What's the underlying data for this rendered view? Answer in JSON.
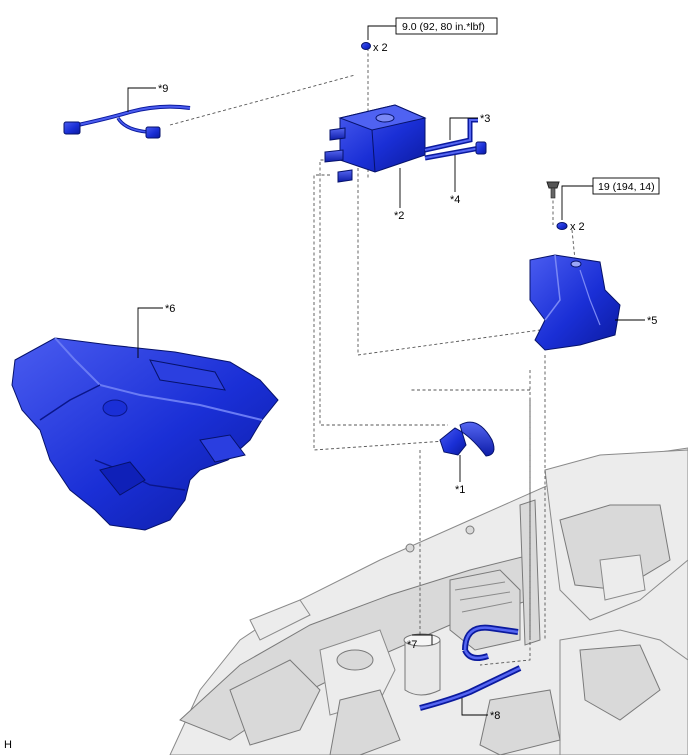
{
  "diagram": {
    "corner_mark": "H",
    "torque_specs": [
      {
        "id": "torque-upper",
        "text": "9.0 (92, 80 in.*lbf)",
        "qty": "x 2"
      },
      {
        "id": "torque-right",
        "text": "19 (194, 14)",
        "qty": "x 2"
      }
    ],
    "callouts": [
      "*1",
      "*2",
      "*3",
      "*4",
      "*5",
      "*6",
      "*7",
      "*8",
      "*9"
    ]
  },
  "colors": {
    "part_blue": "#1a2fd6",
    "part_blue_dark": "#0b1a9e",
    "part_highlight": "#5a6cf0",
    "engine_gray": "#e6e6e6",
    "line": "#000000"
  },
  "icons": [
    "bolt-icon",
    "nut-icon"
  ]
}
